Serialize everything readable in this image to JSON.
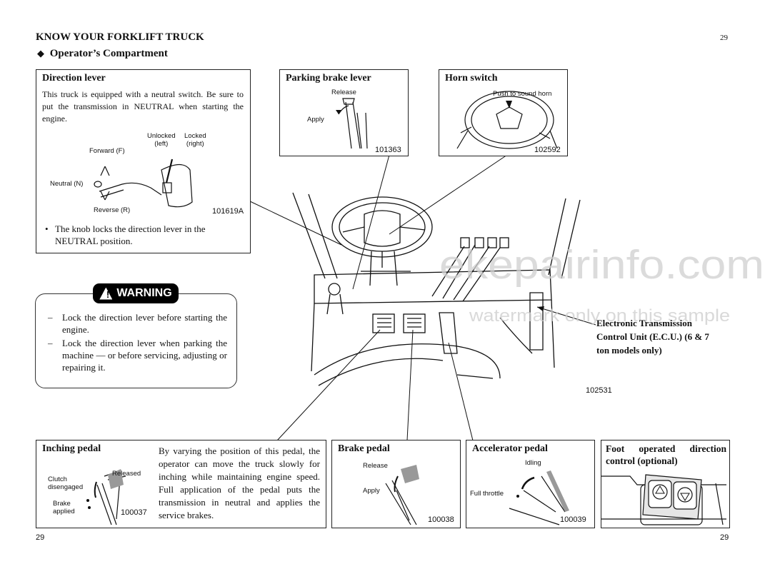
{
  "header": {
    "section_title": "KNOW YOUR FORKLIFT TRUCK",
    "subtitle": "Operator’s Compartment",
    "page_number_top": "29"
  },
  "direction_lever": {
    "title": "Direction lever",
    "description": "This truck is equipped with a neutral switch. Be sure to put the transmission in NEUTRAL when starting the engine.",
    "labels": {
      "forward": "Forward (F)",
      "neutral": "Neutral (N)",
      "reverse": "Reverse (R)",
      "unlocked": "Unlocked\n(left)",
      "locked": "Locked\n(right)"
    },
    "figure_code": "101619A",
    "bullet": "The knob locks the direction lever in the NEUTRAL position."
  },
  "parking_brake": {
    "title": "Parking brake lever",
    "labels": {
      "release": "Release",
      "apply": "Apply"
    },
    "figure_code": "101363"
  },
  "horn_switch": {
    "title": "Horn switch",
    "labels": {
      "push": "Push to sound horn"
    },
    "figure_code": "102592"
  },
  "warning": {
    "label": "WARNING",
    "items": [
      "Lock the direction lever before starting the engine.",
      "Lock the direction lever when parking the machine — or before servicing, adjusting or repairing it."
    ]
  },
  "main_figure": {
    "ecu_label": "Electronic Transmission Control Unit (E.C.U.) (6 & 7 ton models only)",
    "figure_code": "102531",
    "watermark_main": "ekepairinfo.com",
    "watermark_sub": "watermark only on this sample"
  },
  "inching_pedal": {
    "title": "Inching pedal",
    "description": "By varying the position of this pedal, the operator can move the truck slowly for inching while maintaining engine speed. Full application of the pedal puts the transmission in neutral and applies the service brakes.",
    "labels": {
      "released": "Released",
      "clutch": "Clutch\ndisengaged",
      "brake": "Brake\napplied"
    },
    "figure_code": "100037"
  },
  "brake_pedal": {
    "title": "Brake pedal",
    "labels": {
      "release": "Release",
      "apply": "Apply"
    },
    "figure_code": "100038"
  },
  "accelerator_pedal": {
    "title": "Accelerator pedal",
    "labels": {
      "idling": "Idling",
      "full_throttle": "Full throttle"
    },
    "figure_code": "100039"
  },
  "foot_direction": {
    "title": "Foot operated direction control (optional)"
  },
  "footer": {
    "page_left": "29",
    "page_right": "29"
  }
}
